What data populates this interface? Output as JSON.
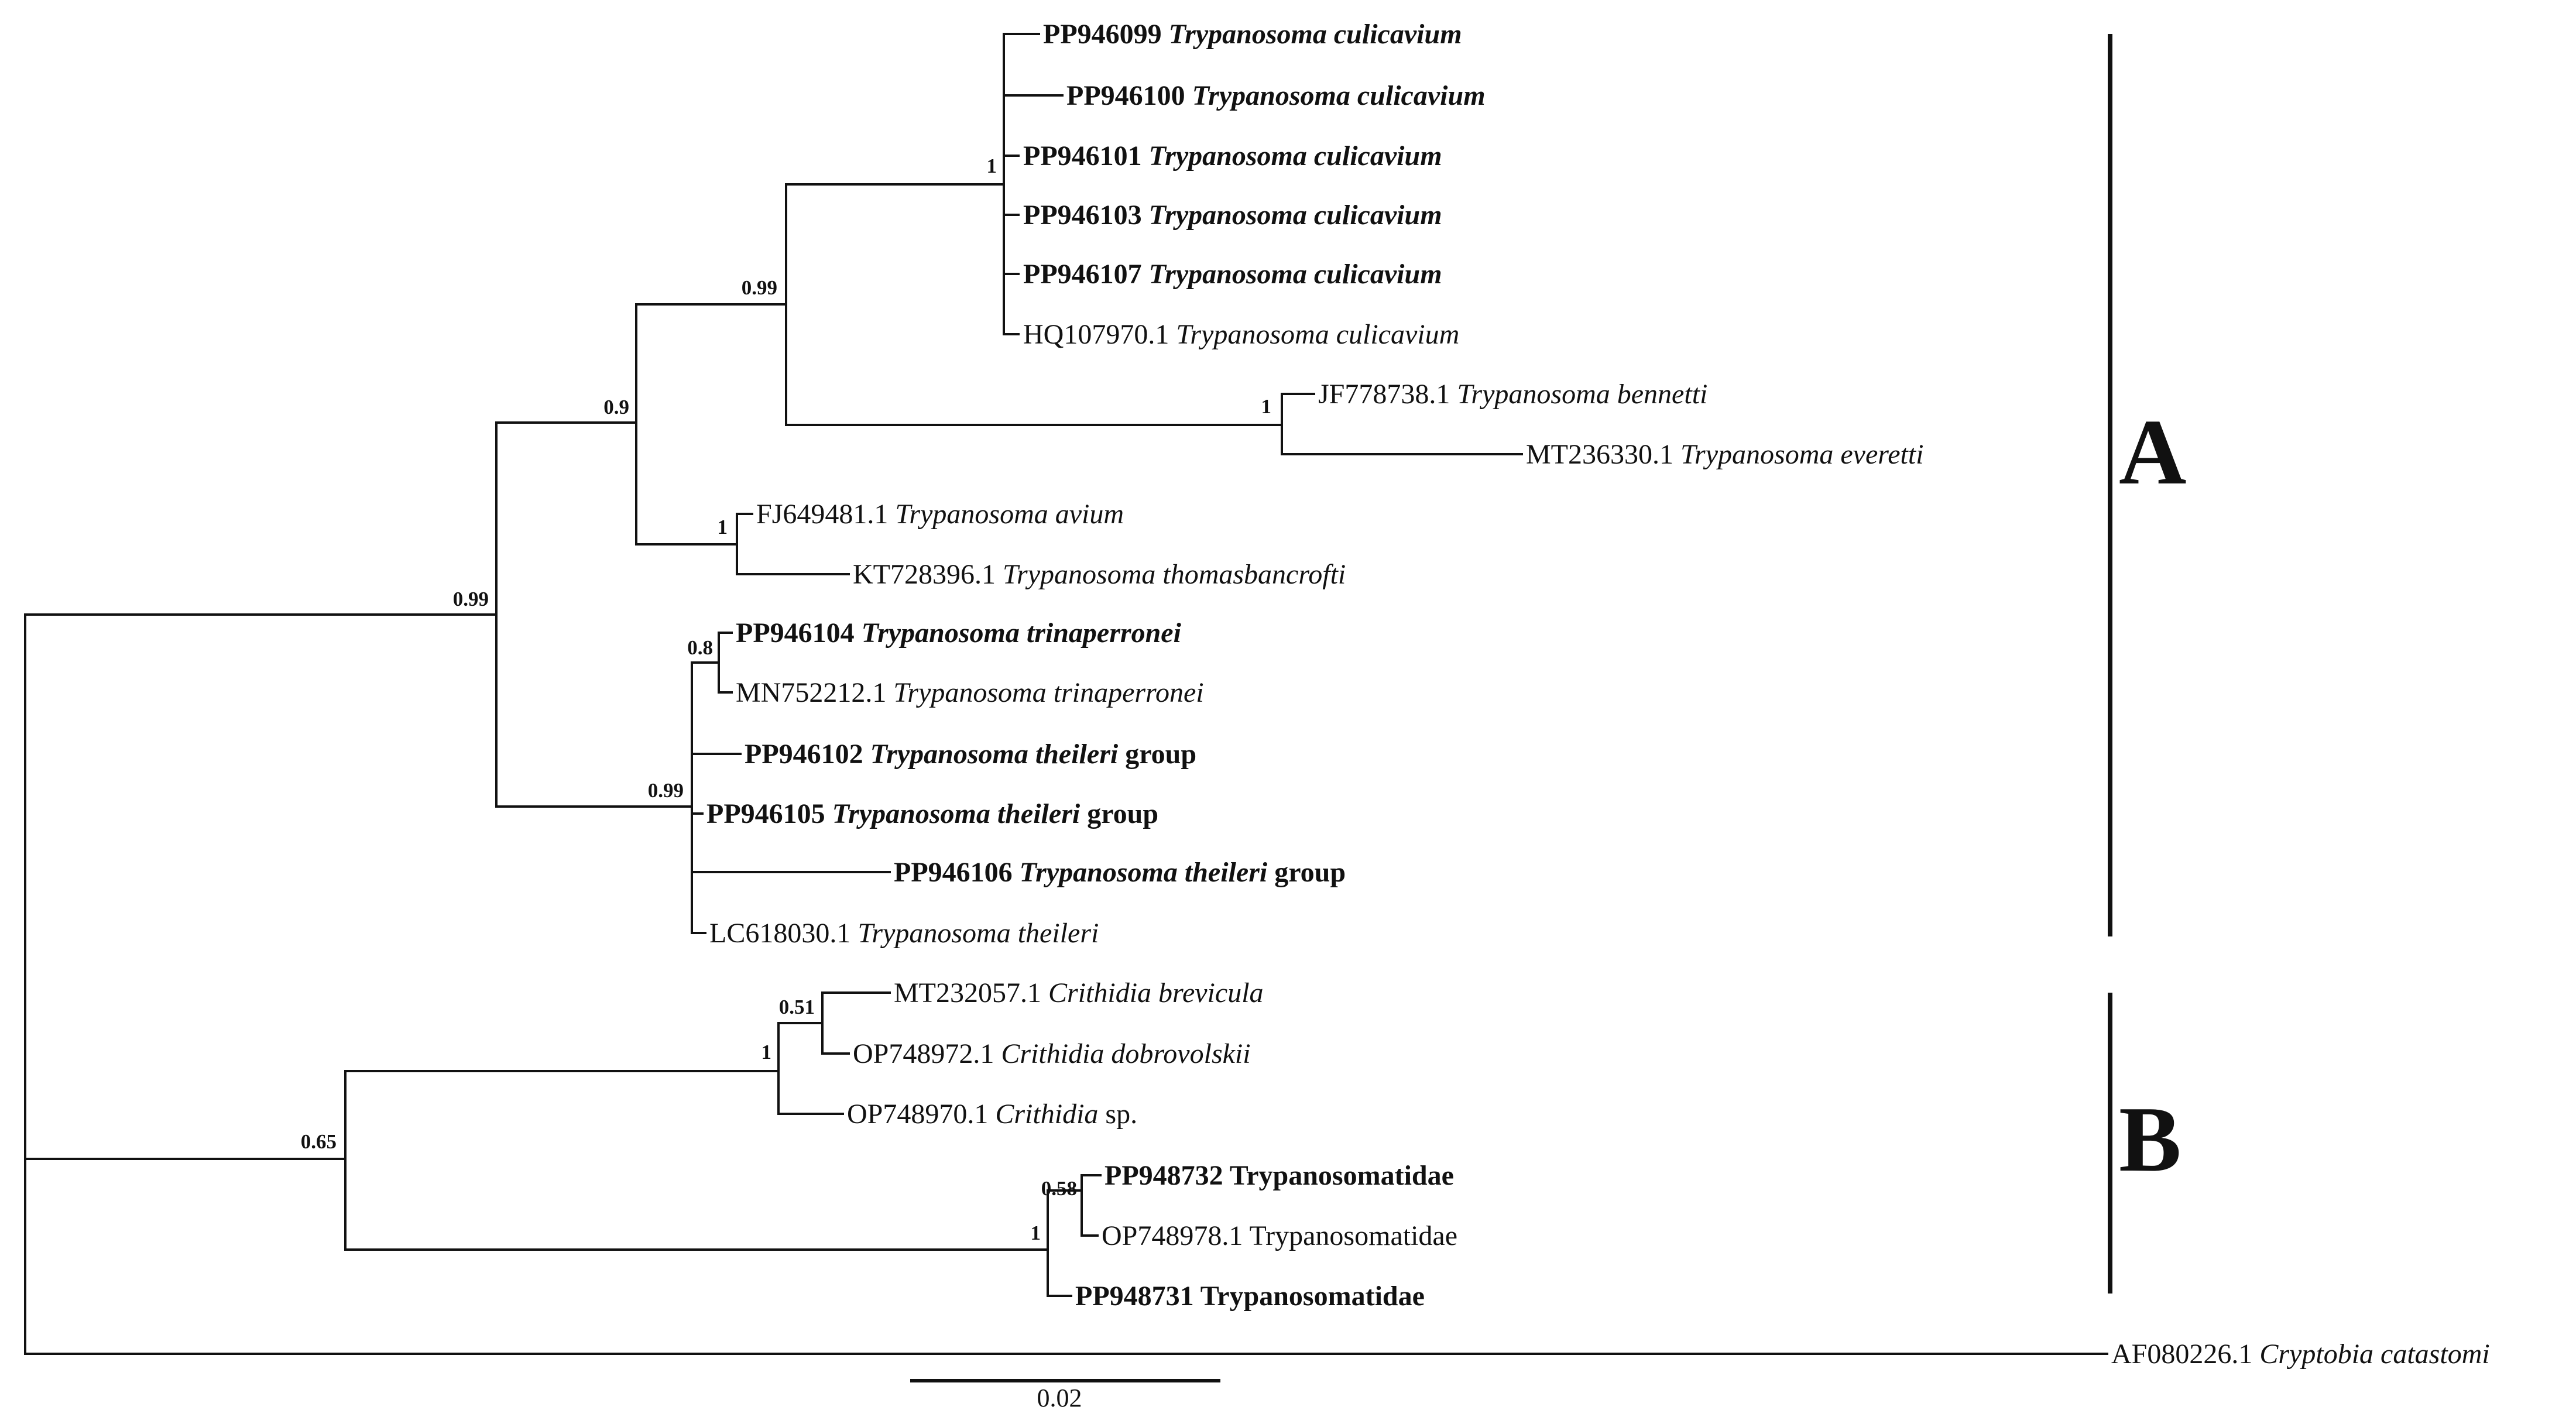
{
  "leaves": [
    {
      "accession": "PP946099",
      "name": "Trypanosoma culicavium",
      "suffix": "",
      "bold": true
    },
    {
      "accession": "PP946100",
      "name": "Trypanosoma culicavium",
      "suffix": "",
      "bold": true
    },
    {
      "accession": "PP946101",
      "name": "Trypanosoma culicavium",
      "suffix": "",
      "bold": true
    },
    {
      "accession": "PP946103",
      "name": "Trypanosoma culicavium",
      "suffix": "",
      "bold": true
    },
    {
      "accession": "PP946107",
      "name": "Trypanosoma culicavium",
      "suffix": "",
      "bold": true
    },
    {
      "accession": "HQ107970.1",
      "name": "Trypanosoma culicavium",
      "suffix": "",
      "bold": false
    },
    {
      "accession": "JF778738.1",
      "name": "Trypanosoma bennetti",
      "suffix": "",
      "bold": false
    },
    {
      "accession": "MT236330.1",
      "name": "Trypanosoma everetti",
      "suffix": "",
      "bold": false
    },
    {
      "accession": "FJ649481.1",
      "name": "Trypanosoma avium",
      "suffix": "",
      "bold": false
    },
    {
      "accession": "KT728396.1",
      "name": "Trypanosoma thomasbancrofti",
      "suffix": "",
      "bold": false
    },
    {
      "accession": "PP946104",
      "name": "Trypanosoma trinaperronei",
      "suffix": "",
      "bold": true
    },
    {
      "accession": "MN752212.1",
      "name": "Trypanosoma trinaperronei",
      "suffix": "",
      "bold": false
    },
    {
      "accession": "PP946102",
      "name": "Trypanosoma theileri",
      "suffix": " group",
      "bold": true
    },
    {
      "accession": "PP946105",
      "name": "Trypanosoma theileri",
      "suffix": " group",
      "bold": true
    },
    {
      "accession": "PP946106",
      "name": "Trypanosoma theileri",
      "suffix": " group",
      "bold": true
    },
    {
      "accession": "LC618030.1",
      "name": "Trypanosoma theileri",
      "suffix": "",
      "bold": false
    },
    {
      "accession": "MT232057.1",
      "name": "Crithidia brevicula",
      "suffix": "",
      "bold": false
    },
    {
      "accession": "OP748972.1",
      "name": "Crithidia dobrovolskii",
      "suffix": "",
      "bold": false
    },
    {
      "accession": "OP748970.1",
      "name": "Crithidia",
      "suffix": " sp.",
      "bold": false
    },
    {
      "accession": "PP948732",
      "name": "",
      "suffix": "Trypanosomatidae",
      "bold": true
    },
    {
      "accession": "OP748978.1",
      "name": "",
      "suffix": "Trypanosomatidae",
      "bold": false
    },
    {
      "accession": "PP948731",
      "name": "",
      "suffix": "Trypanosomatidae",
      "bold": true
    },
    {
      "accession": "AF080226.1",
      "name": "Cryptobia catastomi",
      "suffix": "",
      "bold": false
    }
  ],
  "support_values": [
    "1",
    "0.99",
    "0.9",
    "1",
    "1",
    "0.99",
    "0.8",
    "0.99",
    "0.51",
    "1",
    "0.65",
    "0.58",
    "1"
  ],
  "clades": [
    {
      "label": "A"
    },
    {
      "label": "B"
    }
  ],
  "scale_bar": {
    "label": "0.02"
  }
}
